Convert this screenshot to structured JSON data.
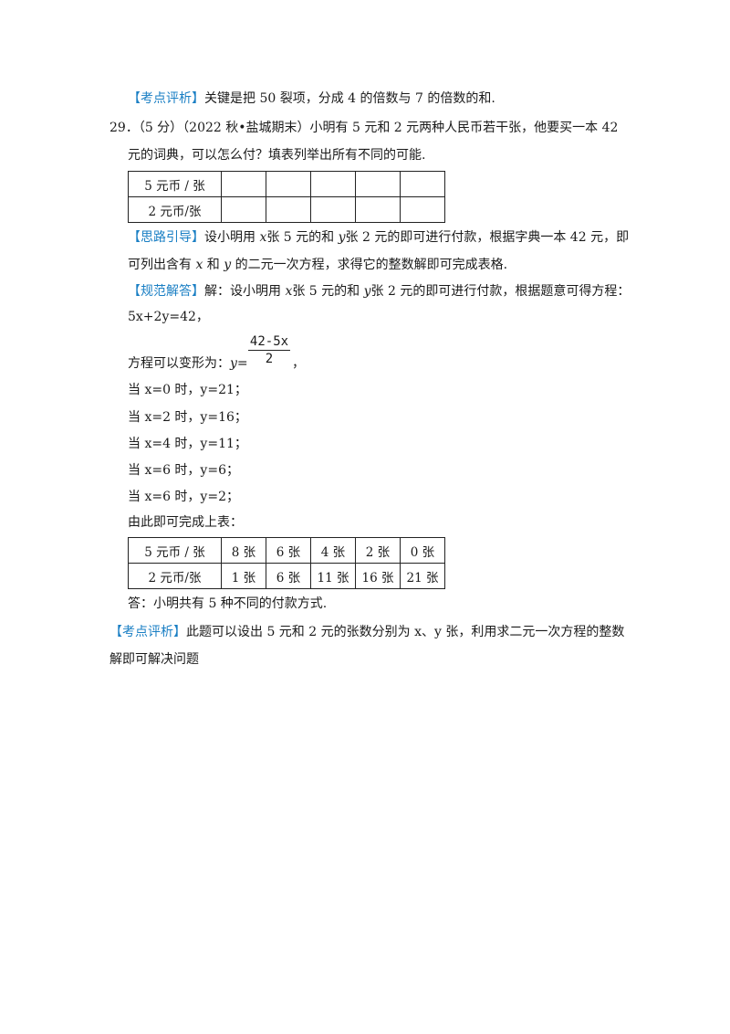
{
  "prev_note": {
    "tag": "【考点评析】",
    "text": "关键是把 50 裂项，分成 4 的倍数与 7 的倍数的和."
  },
  "question": {
    "number": "29．",
    "line1": "（5 分）（2022 秋•盐城期末）小明有 5 元和 2 元两种人民币若干张，他要买一本 42",
    "line2": "元的词典，可以怎么付？填表列举出所有不同的可能."
  },
  "table_empty": {
    "rows": [
      [
        "5 元币 / 张",
        "",
        "",
        "",
        "",
        ""
      ],
      [
        "2 元币/张",
        "",
        "",
        "",
        "",
        ""
      ]
    ]
  },
  "hint": {
    "tag": "【思路引导】",
    "line1_a": "设小明用 ",
    "x": "x",
    "line1_b": "张 5 元的和 ",
    "y": "y",
    "line1_c": "张 2 元的即可进行付款，根据字典一本 42 元，即",
    "line2_a": "可列出含有 ",
    "line2_b": " 和 ",
    "line2_c": " 的二元一次方程，求得它的整数解即可完成表格."
  },
  "solution": {
    "tag": "【规范解答】",
    "line1_a": "解：设小明用 ",
    "line1_b": "张 5 元的和 ",
    "line1_c": "张 2 元的即可进行付款，根据题意可得方程：",
    "equation": "5x+2y=42，",
    "transform_label": "方程可以变形为：",
    "transform_var": "y=",
    "frac_num": "42-5x",
    "frac_den": "2",
    "transform_end": "，",
    "cases": [
      "当 x=0 时，y=21；",
      "当 x=2 时，y=16；",
      "当 x=4 时，y=11；",
      "当 x=6 时，y=6；",
      "当 x=6 时，y=2；"
    ],
    "conclusion": "由此即可完成上表："
  },
  "table_filled": {
    "rows": [
      [
        "5 元币 / 张",
        "8 张",
        "6 张",
        "4 张",
        "2 张",
        "0 张"
      ],
      [
        "2 元币/张",
        "1 张",
        "6 张",
        "11 张",
        "16 张",
        "21 张"
      ]
    ]
  },
  "answer": "答：小明共有 5 种不同的付款方式.",
  "analysis": {
    "tag": "【考点评析】",
    "line1": "此题可以设出 5 元和 2 元的张数分别为 x、y 张，利用求二元一次方程的整数",
    "line2": "解即可解决问题"
  }
}
